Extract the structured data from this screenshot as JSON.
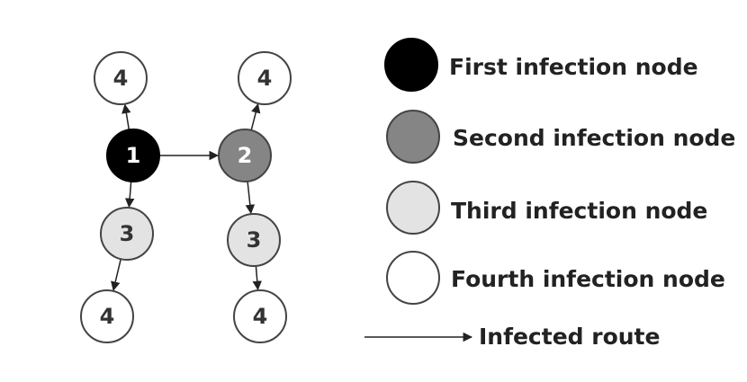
{
  "nodes": [
    {
      "id": "n1",
      "label": "1",
      "level": 1
    },
    {
      "id": "n2",
      "label": "2",
      "level": 2
    },
    {
      "id": "n3a",
      "label": "3",
      "level": 3
    },
    {
      "id": "n3b",
      "label": "3",
      "level": 3
    },
    {
      "id": "n4a",
      "label": "4",
      "level": 4
    },
    {
      "id": "n4b",
      "label": "4",
      "level": 4
    },
    {
      "id": "n4c",
      "label": "4",
      "level": 4
    },
    {
      "id": "n4d",
      "label": "4",
      "level": 4
    }
  ],
  "edges": [
    {
      "from": "n1",
      "to": "n2"
    },
    {
      "from": "n1",
      "to": "n4a"
    },
    {
      "from": "n1",
      "to": "n3a"
    },
    {
      "from": "n3a",
      "to": "n4c"
    },
    {
      "from": "n2",
      "to": "n4b"
    },
    {
      "from": "n2",
      "to": "n3b"
    },
    {
      "from": "n3b",
      "to": "n4d"
    }
  ],
  "levels": {
    "1": {
      "fill": "#000000",
      "text": "#ffffff"
    },
    "2": {
      "fill": "#858585",
      "text": "#ffffff"
    },
    "3": {
      "fill": "#e3e3e3",
      "text": "#333333"
    },
    "4": {
      "fill": "#ffffff",
      "text": "#333333"
    }
  },
  "legend": {
    "first": "First infection node",
    "second": "Second infection node",
    "third": "Third infection node",
    "fourth": "Fourth infection node",
    "route": "Infected route"
  }
}
